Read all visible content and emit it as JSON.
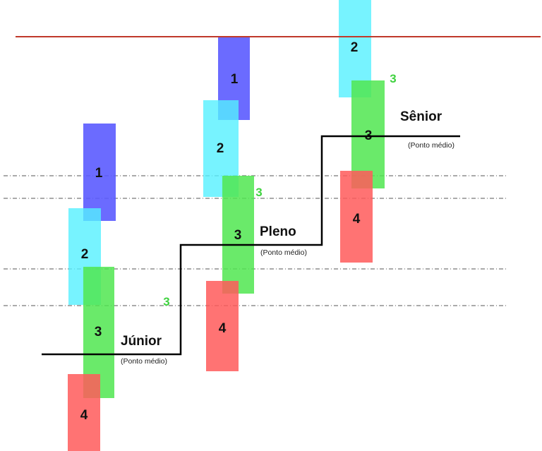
{
  "colors": {
    "band_1": "#5b5bff",
    "band_2": "#55f0ff",
    "band_3": "#50e650",
    "band_4": "#ff5a5a",
    "ceiling_line": "#c0392b",
    "step_line": "#000000",
    "marker_text": "#3fd23f"
  },
  "levels": [
    {
      "title": "Júnior",
      "subtitle": "(Ponto médio)",
      "bands": [
        {
          "label": "1",
          "color": "#5b5bff"
        },
        {
          "label": "2",
          "color": "#55f0ff"
        },
        {
          "label": "3",
          "color": "#50e650"
        },
        {
          "label": "4",
          "color": "#ff5a5a"
        }
      ],
      "marker": "3"
    },
    {
      "title": "Pleno",
      "subtitle": "(Ponto médio)",
      "bands": [
        {
          "label": "1",
          "color": "#5b5bff"
        },
        {
          "label": "2",
          "color": "#55f0ff"
        },
        {
          "label": "3",
          "color": "#50e650"
        },
        {
          "label": "4",
          "color": "#ff5a5a"
        }
      ],
      "marker": "3"
    },
    {
      "title": "Sênior",
      "subtitle": "(Ponto médio)",
      "bands": [
        {
          "label": "2",
          "color": "#55f0ff"
        },
        {
          "label": "3",
          "color": "#50e650"
        },
        {
          "label": "4",
          "color": "#ff5a5a"
        }
      ],
      "marker": "3"
    }
  ]
}
